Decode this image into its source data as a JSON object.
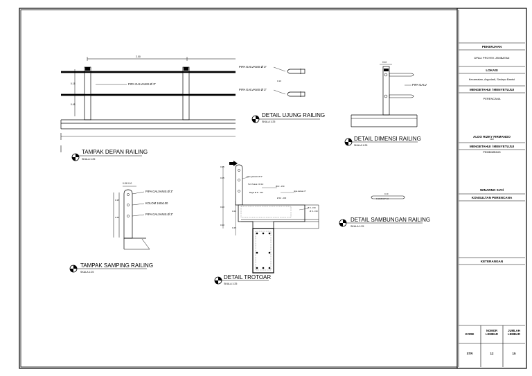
{
  "title_block": {
    "pekerjaan_label": "PEKERJAAN",
    "pekerjaan_value": "DPALI PROYEK JEMBATAN",
    "lokasi_label": "LOKASI",
    "lokasi_value": "Kecamatan, Argodadi, Sedayu Bantul",
    "mengetahui_label_1": "MENGETAHUI / MENYETUJUI",
    "perencana_label": "PERENCANA",
    "perencana_name": "ALDO RIZKY FIRMANDO",
    "perencana_nim": "NIM",
    "mengetahui_label_2": "MENGETAHUI / MENYETUJUI",
    "pembimbing_label": "PEMBIMBING",
    "pembimbing_name": "WINARNO S.Pd",
    "konsultan_label": "KONSULTAN PERENCANA",
    "keterangan_label": "KETERANGAN",
    "kode_label": "KODE",
    "nomor_label_1": "NOMOR",
    "nomor_label_2": "LEMBAR",
    "jumlah_label_1": "JUMLAH",
    "jumlah_label_2": "LEMBAR",
    "kode_value": "STR",
    "nomor_value": "12",
    "jumlah_value": "15"
  },
  "views": {
    "tampak_depan": {
      "title": "TAMPAK DEPAN RAILING",
      "scale": "SKALA 1:25",
      "label_pipe": "PIPA GALVANIS Ø 3\"",
      "dim_top": "2.00",
      "dim_a": "0.15",
      "dim_b": "0.45"
    },
    "detail_ujung": {
      "title": "DETAIL UJUNG RAILING",
      "scale": "SKALA 1:25",
      "label_1": "PIPA GALVANIS Ø 3\"",
      "label_2": "PIPA GALVANIS Ø 3\"",
      "dim": "0.10"
    },
    "detail_dimensi": {
      "title": "DETAIL DIMENSI RAILING",
      "scale": "SKALA 1:25",
      "label": "PIPA GALV",
      "dim_top": "0.10"
    },
    "tampak_samping": {
      "title": "TAMPAK SAMPING RAILING",
      "scale": "SKALA 1:25",
      "label_1": "PIPA GALVANIS Ø 3\"",
      "label_2": "KOLOM 160x100",
      "label_3": "PIPA GALVANIS Ø 3\"",
      "dim_top": "0.15  0.10",
      "dim_a": "0.15",
      "dim_b": "0.45"
    },
    "detail_trotoar": {
      "title": "DETAIL TROTOAR",
      "scale": "SKALA 1:25",
      "label_1": "Pipa galvanis Ø 3\"",
      "label_2": "Tul. Pokok 2 D 10",
      "label_3": "Ø10 - 150",
      "label_4": "Begel Ø 8 - 150",
      "label_5": "pipa deluas 3\"",
      "label_6": "Ø 10 - 200",
      "label_7": "Ø 8 - 150",
      "label_8": "Ø 8 - 150",
      "dim_1": "0.15",
      "dim_2": "0.45",
      "dim_3": "0.20",
      "dim_4": "0.10",
      "dim_5": "0.20",
      "dim_6": "0.45"
    },
    "detail_sambungan": {
      "title": "DETAIL SAMBUNGAN RAILING",
      "scale": "SKALA 1:25",
      "dim_1": "0.10",
      "dim_2": "0.10  Ø 3/4\" 10"
    }
  },
  "colors": {
    "line": "#000000",
    "hatch": "#555555"
  }
}
